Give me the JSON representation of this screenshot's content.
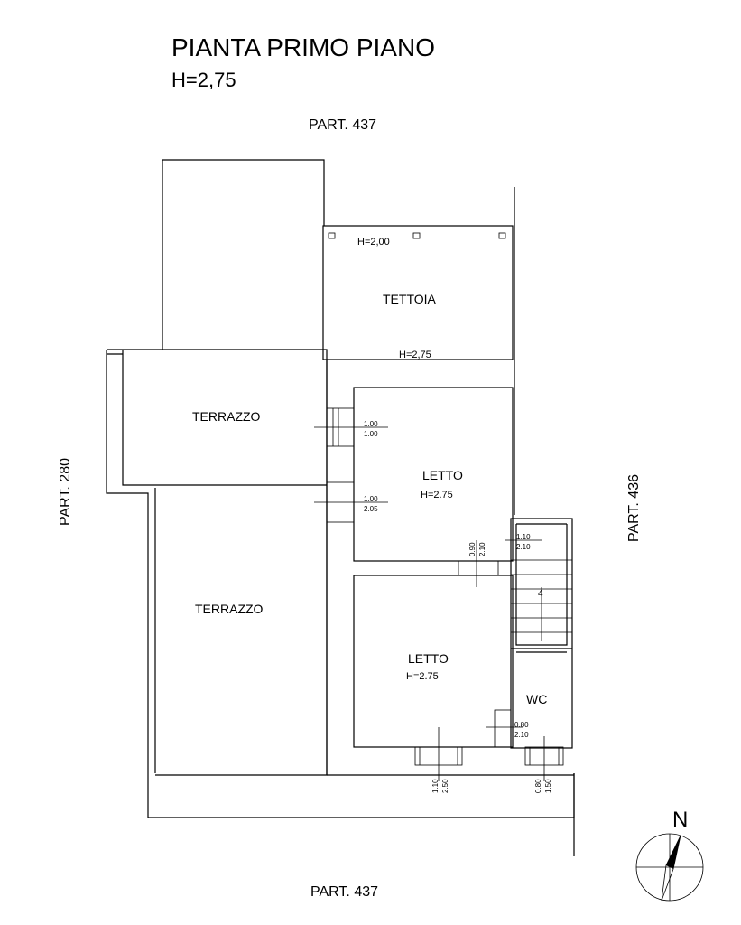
{
  "title": "PIANTA PRIMO PIANO",
  "height_label": "H=2,75",
  "parcels": {
    "top": "PART. 437",
    "bottom": "PART. 437",
    "left": "PART. 280",
    "right": "PART. 436"
  },
  "rooms": {
    "tettoia": {
      "name": "TETTOIA",
      "h_top": "H=2,00",
      "h_bottom": "H=2,75"
    },
    "terrazzo_upper": {
      "name": "TERRAZZO"
    },
    "terrazzo_lower": {
      "name": "TERRAZZO"
    },
    "letto_upper": {
      "name": "LETTO",
      "height": "H=2.75"
    },
    "letto_lower": {
      "name": "LETTO",
      "height": "H=2.75"
    },
    "wc": {
      "name": "WC"
    }
  },
  "openings": {
    "o1": {
      "width": "1.00",
      "height": "1.00"
    },
    "o2": {
      "width": "1.00",
      "height": "2.05"
    },
    "o3": {
      "width": "0.90",
      "height": "2.10"
    },
    "o4": {
      "width": "1.10",
      "height": "2.10"
    },
    "o5": {
      "width": "0.80",
      "height": "2.10"
    },
    "o6": {
      "width": "1.10",
      "height": "2.50"
    },
    "o7": {
      "width": "0.80",
      "height": "1.50"
    }
  },
  "stair_step_label": "4",
  "north_label": "N"
}
